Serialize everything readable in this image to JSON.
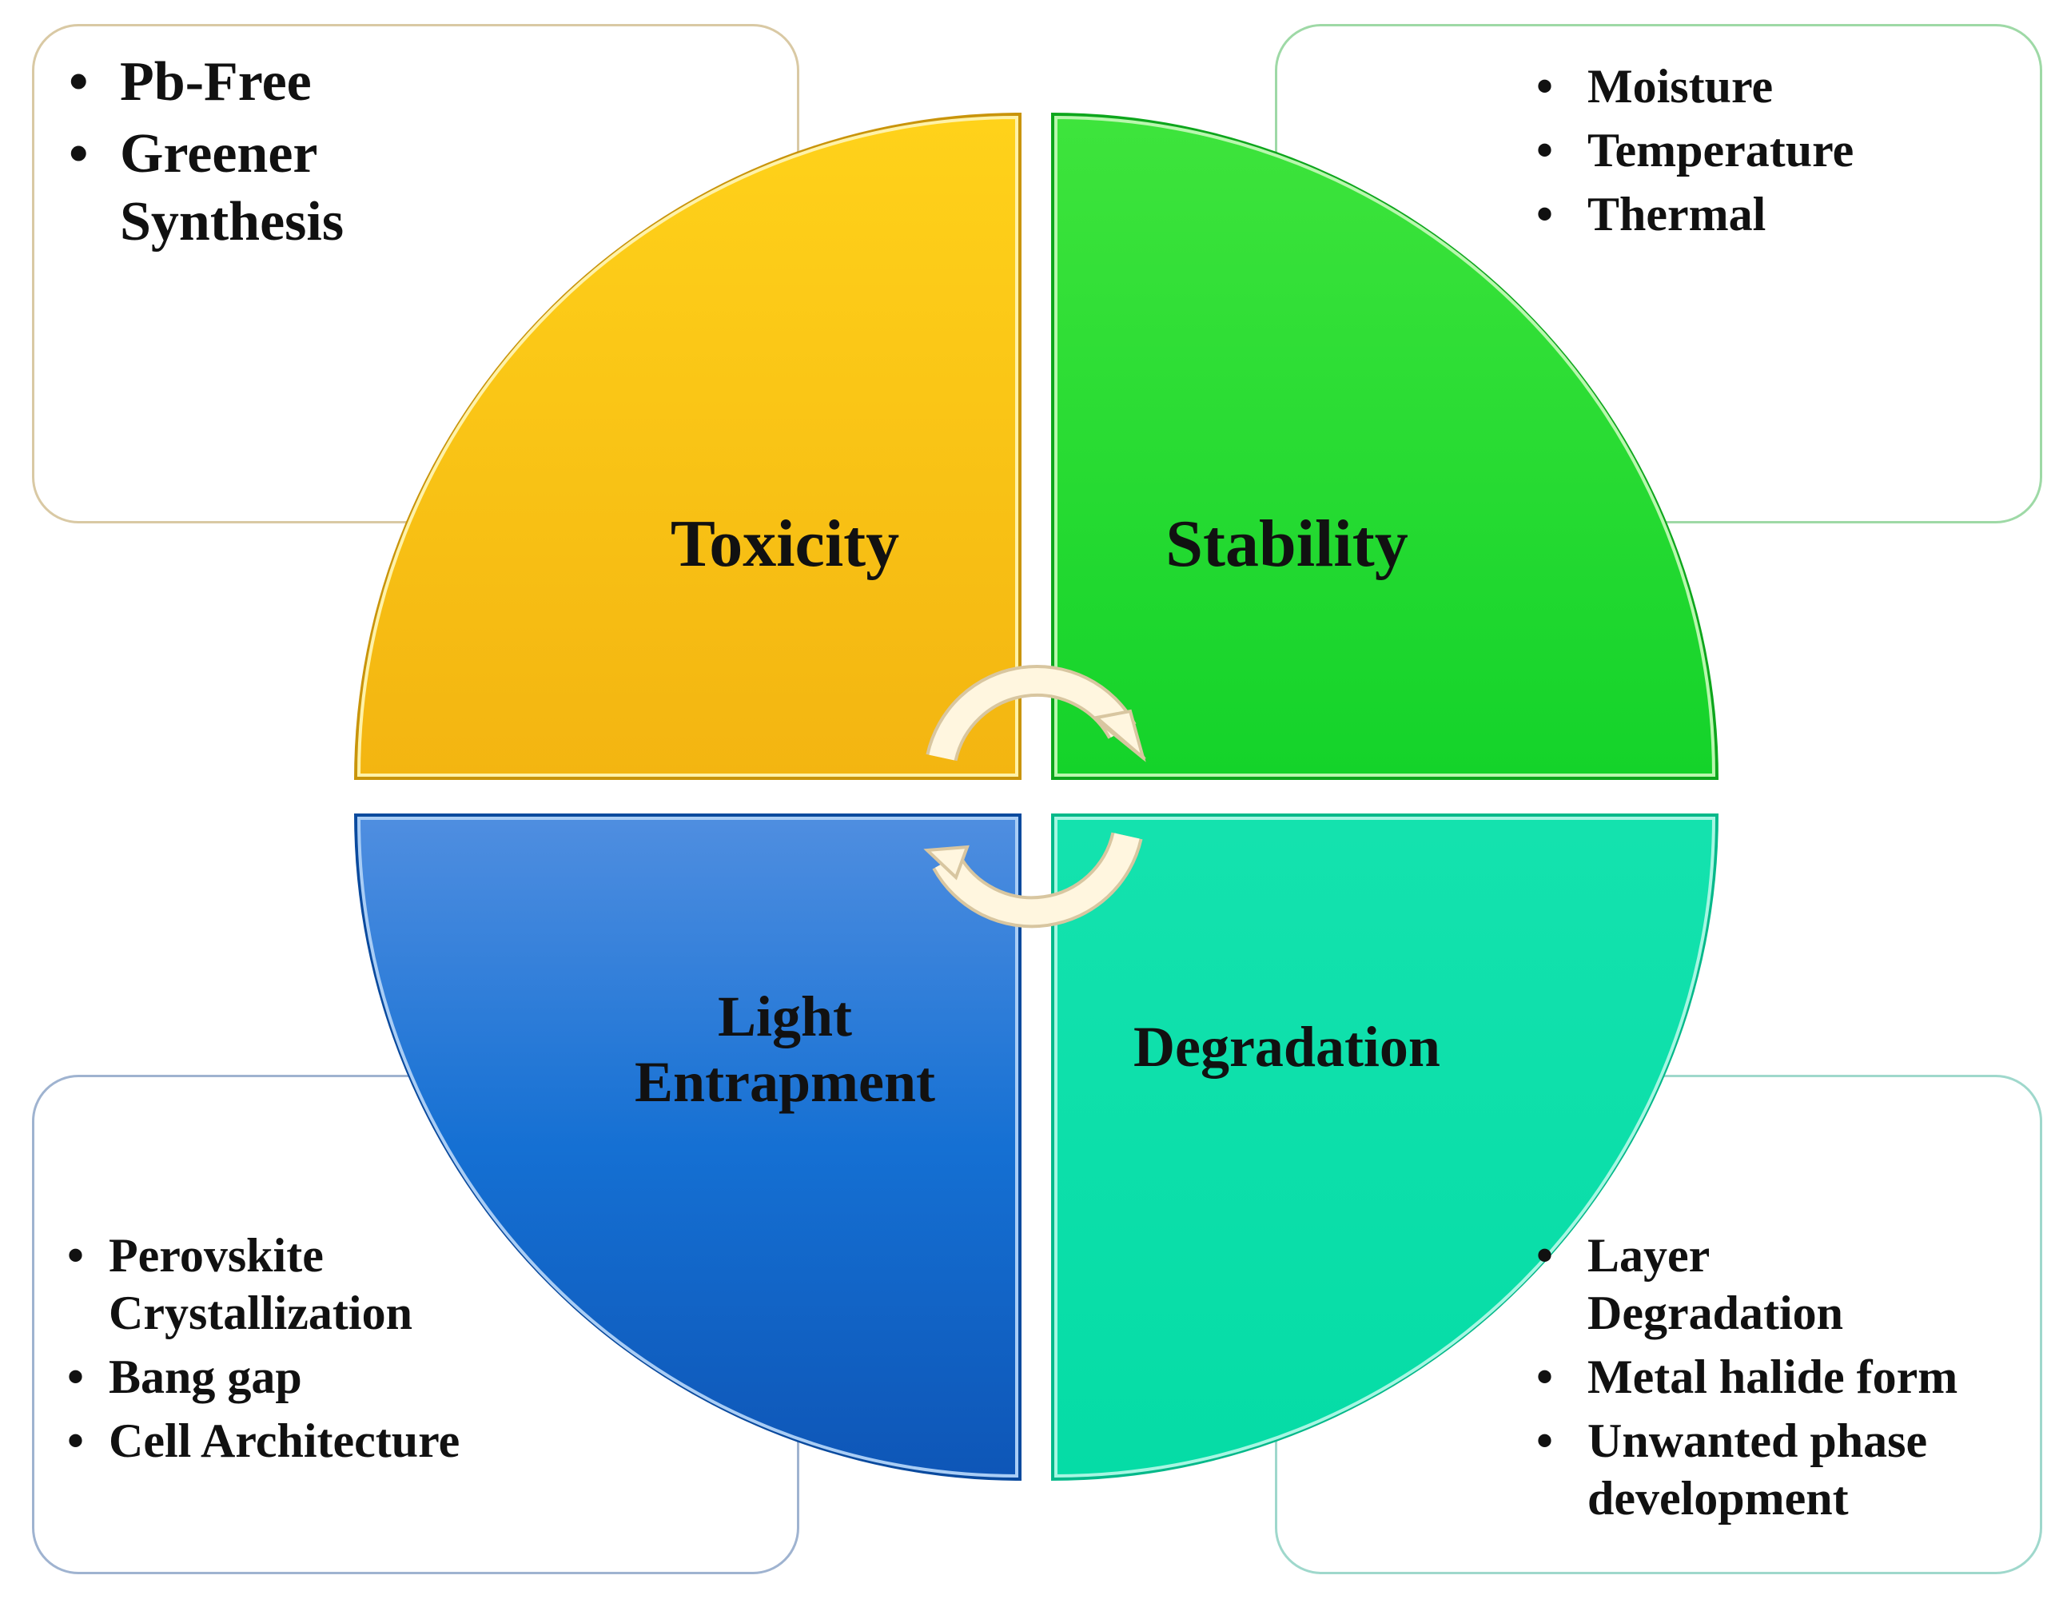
{
  "quadrants": {
    "top_left": {
      "title": "Toxicity",
      "color": "#f7be12"
    },
    "top_right": {
      "title": "Stability",
      "color": "#1fdc2a"
    },
    "bottom_left": {
      "title_line1": "Light",
      "title_line2": "Entrapment",
      "color": "#1a6fd0"
    },
    "bottom_right": {
      "title": "Degradation",
      "color": "#14e2ae"
    }
  },
  "boxes": {
    "top_left": {
      "items": [
        {
          "line1": "Pb-Free",
          "line2": ""
        },
        {
          "line1": "Greener",
          "line2": "Synthesis"
        }
      ]
    },
    "top_right": {
      "items": [
        {
          "line1": "Moisture"
        },
        {
          "line1": "Temperature"
        },
        {
          "line1": "Thermal"
        }
      ]
    },
    "bottom_left": {
      "items": [
        {
          "line1": "Perovskite",
          "line2": "Crystallization"
        },
        {
          "line1": "Bang gap",
          "line2": ""
        },
        {
          "line1": "Cell Architecture",
          "line2": ""
        }
      ]
    },
    "bottom_right": {
      "items": [
        {
          "line1": "Layer",
          "line2": "Degradation"
        },
        {
          "line1": "Metal halide form",
          "line2": ""
        },
        {
          "line1": "Unwanted phase",
          "line2": "development"
        }
      ]
    }
  },
  "cycle_arrows": {
    "icon": "cycle-arrows-icon",
    "color": "#fff6df",
    "outline": "#d8c6a0"
  }
}
